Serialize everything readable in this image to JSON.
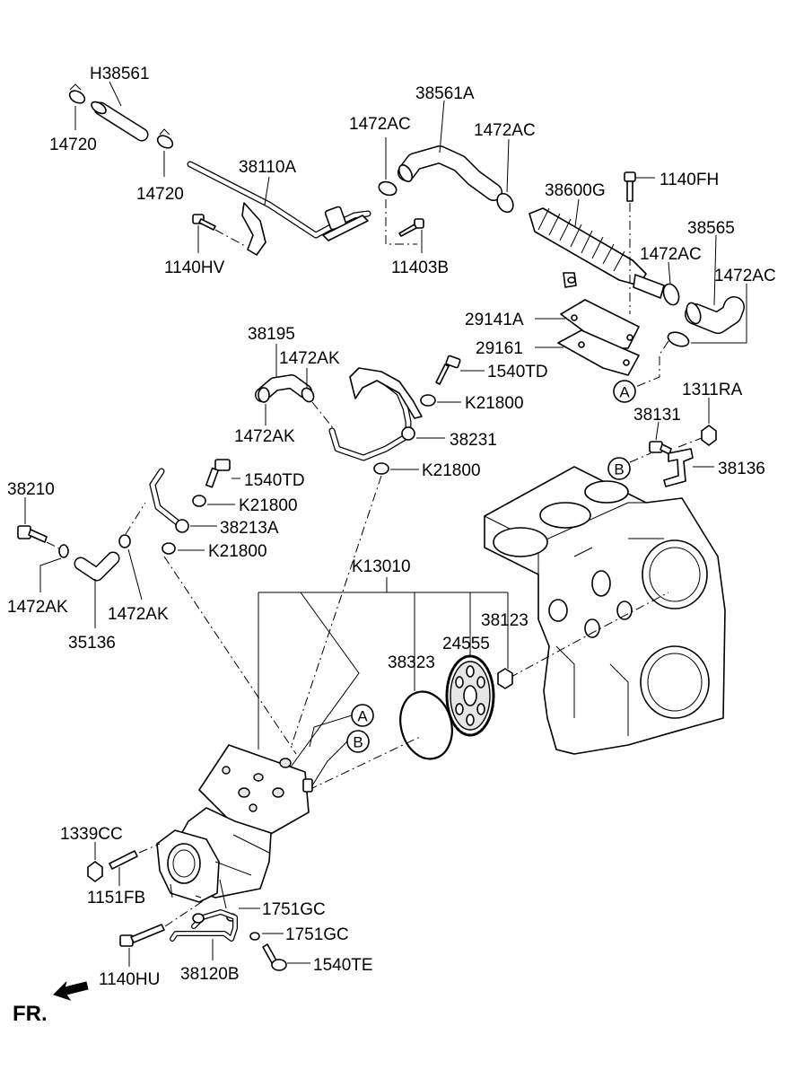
{
  "diagram": {
    "labels": {
      "h38561": "H38561",
      "p14720_a": "14720",
      "p14720_b": "14720",
      "p38110a": "38110A",
      "p1140hv": "1140HV",
      "p1472ac_a": "1472AC",
      "p38561a": "38561A",
      "p1472ac_b": "1472AC",
      "p11403b": "11403B",
      "p38600g": "38600G",
      "p1140fh": "1140FH",
      "p38565": "38565",
      "p1472ac_c": "1472AC",
      "p1472ac_d": "1472AC",
      "p29141a": "29141A",
      "p29161": "29161",
      "p38195": "38195",
      "p1472ak_a": "1472AK",
      "p1472ak_b": "1472AK",
      "p1540td_a": "1540TD",
      "pk21800_a": "K21800",
      "p38231": "38231",
      "pk21800_b": "K21800",
      "p1311ra": "1311RA",
      "p38131": "38131",
      "p38136": "38136",
      "p38210": "38210",
      "p1540td_b": "1540TD",
      "pk21800_c": "K21800",
      "p38213a": "38213A",
      "pk21800_d": "K21800",
      "p1472ak_c": "1472AK",
      "p1472ak_d": "1472AK",
      "p35136": "35136",
      "pk13010": "K13010",
      "p38123": "38123",
      "p24555": "24555",
      "p38323": "38323",
      "p1339cc": "1339CC",
      "p1151fb": "1151FB",
      "p1751gc_a": "1751GC",
      "p1751gc_b": "1751GC",
      "p1540te": "1540TE",
      "p1140hu": "1140HU",
      "p38120b": "38120B"
    },
    "callouts": {
      "a_upper": "A",
      "b_upper": "B",
      "a_lower": "A",
      "b_lower": "B"
    },
    "direction": "FR."
  }
}
